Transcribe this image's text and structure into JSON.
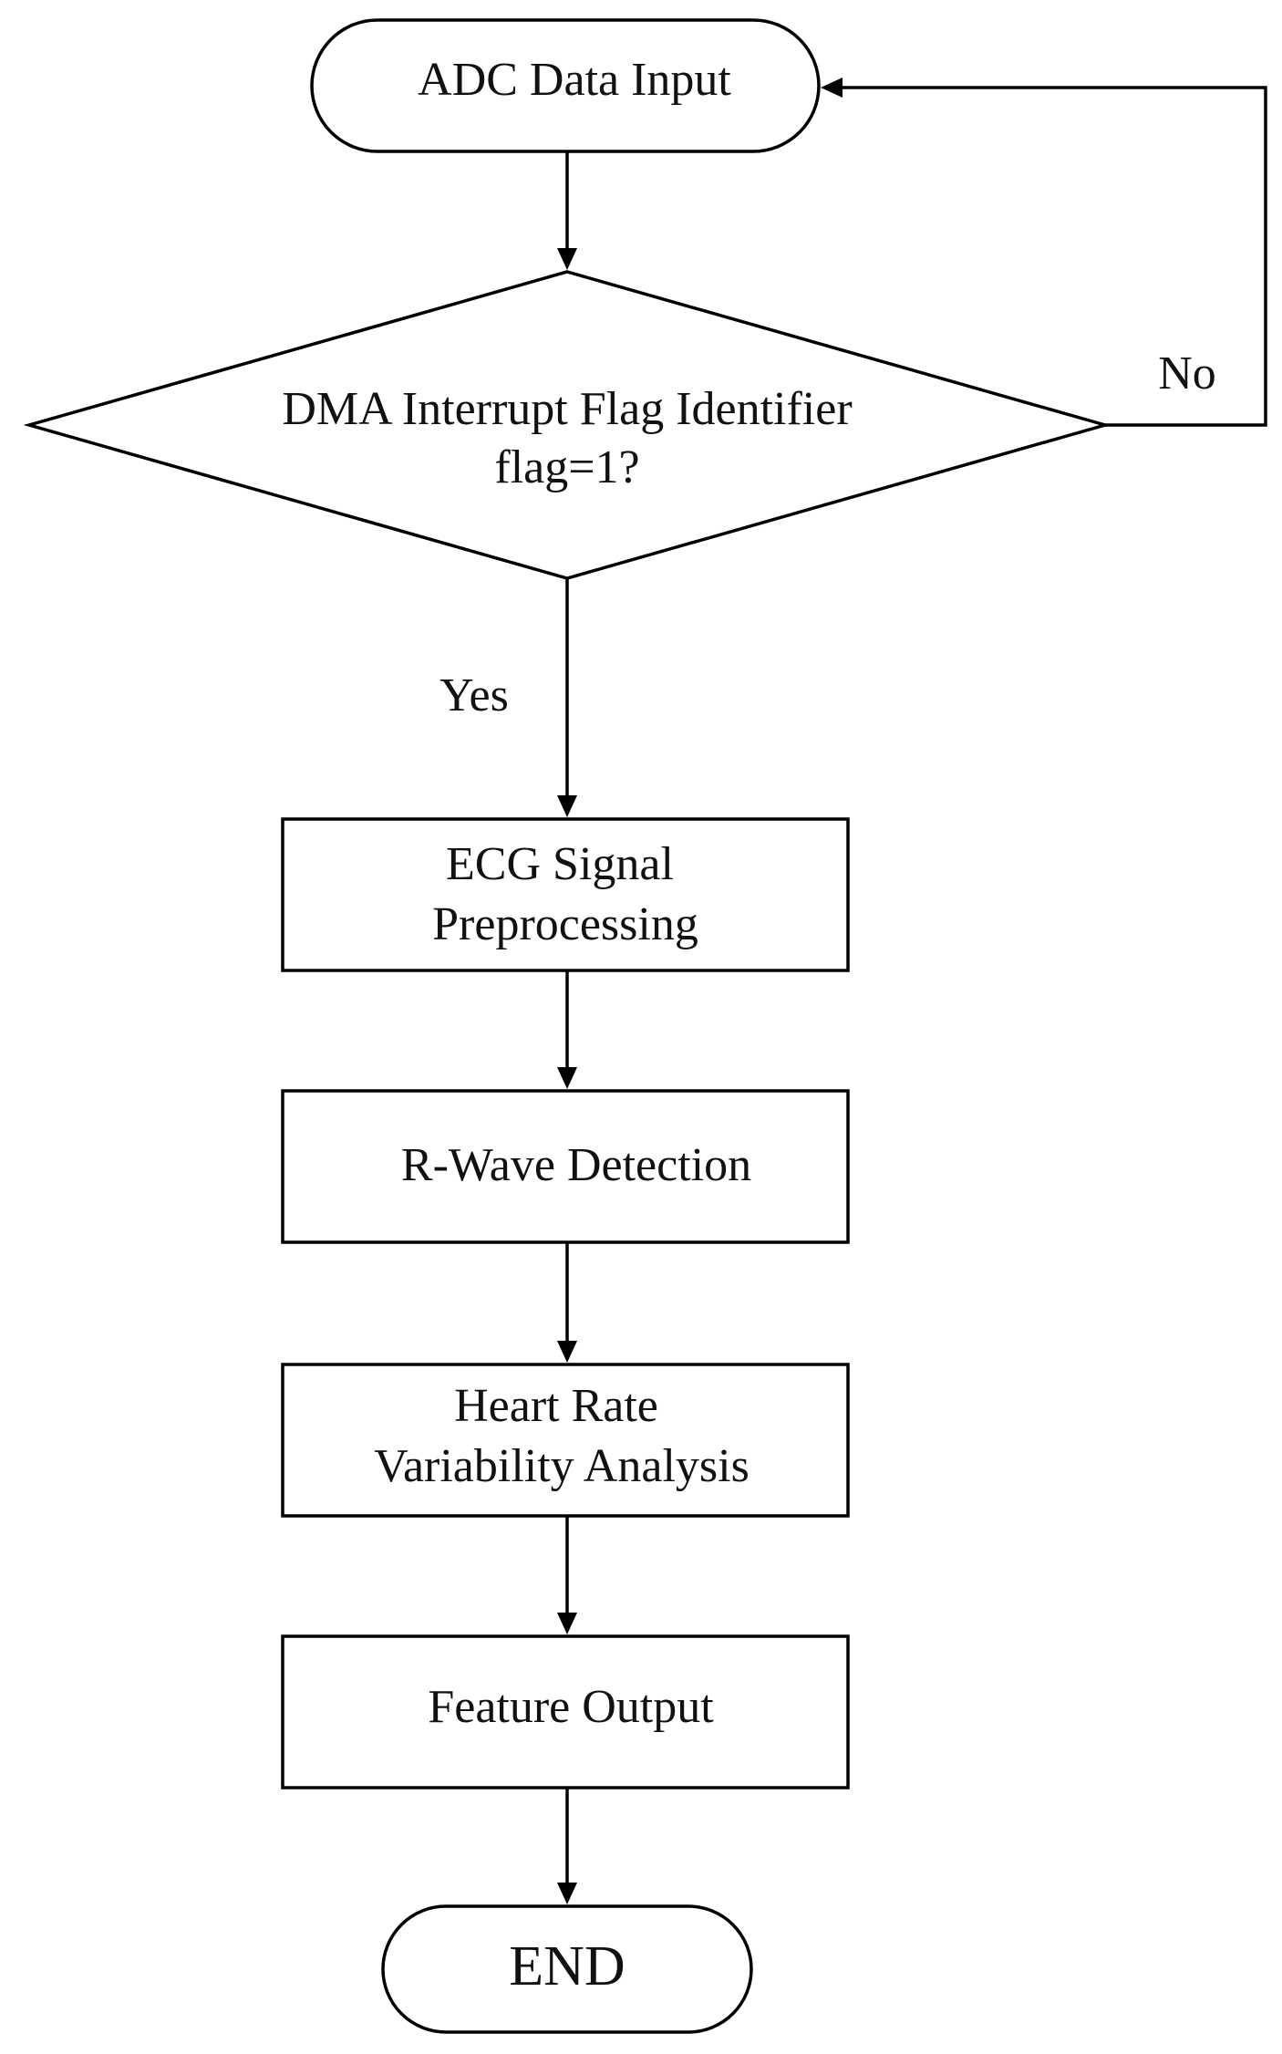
{
  "nodes": {
    "start": {
      "label": "ADC Data Input"
    },
    "decision": {
      "line1": "DMA Interrupt Flag Identifier",
      "line2": "flag=1?"
    },
    "preprocess": {
      "line1": "ECG Signal",
      "line2": "Preprocessing"
    },
    "rwave": {
      "label": "R-Wave Detection"
    },
    "hrv": {
      "line1": "Heart Rate",
      "line2": "Variability Analysis"
    },
    "feature": {
      "label": "Feature Output"
    },
    "end": {
      "label": "END"
    }
  },
  "edges": {
    "no_label": "No",
    "yes_label": "Yes"
  },
  "colors": {
    "stroke": "#000000",
    "fill": "#ffffff",
    "text": "#111111"
  }
}
